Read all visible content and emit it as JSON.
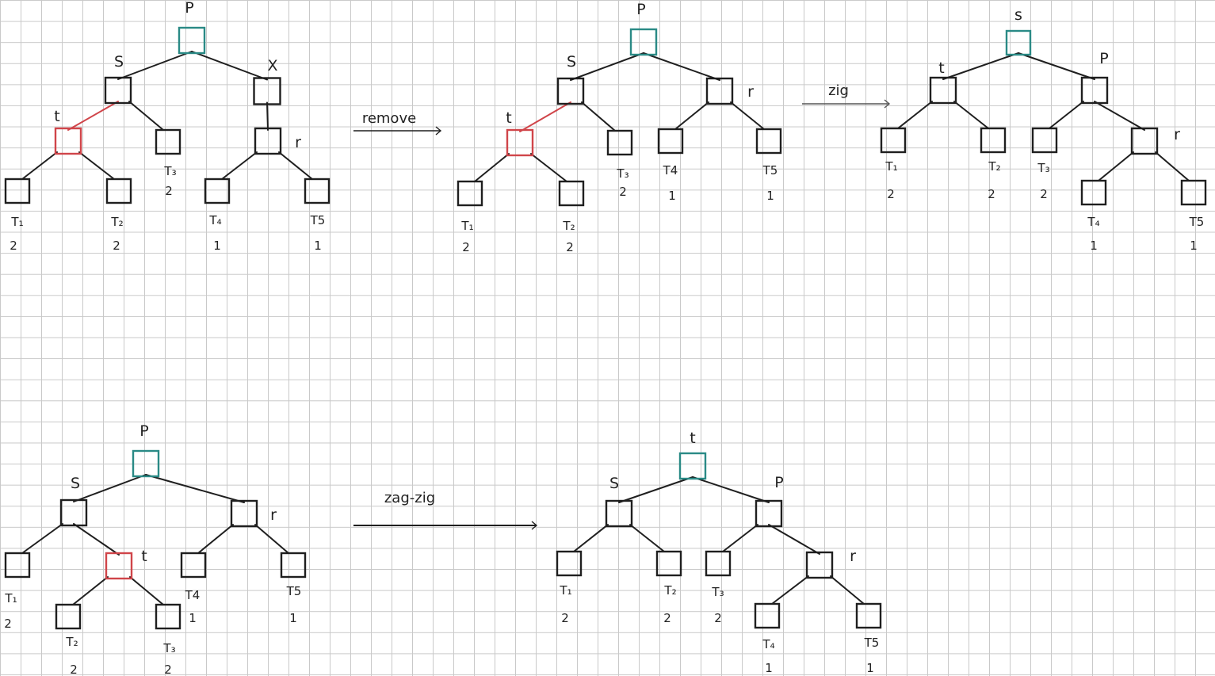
{
  "colors": {
    "ink": "#1f1f1f",
    "red": "#d0454a",
    "teal": "#2a8a86",
    "grid": "#c9c9c9"
  },
  "arrows": [
    {
      "label": "remove"
    },
    {
      "label": "zig"
    },
    {
      "label": "zag-zig"
    }
  ],
  "trees": [
    {
      "name": "tree-before-remove",
      "nodes": [
        {
          "id": "p",
          "label": "P",
          "color": "teal"
        },
        {
          "id": "s",
          "label": "S"
        },
        {
          "id": "x",
          "label": "X"
        },
        {
          "id": "t",
          "label": "t",
          "color": "red"
        },
        {
          "id": "r",
          "label": "r"
        }
      ],
      "subtrees": [
        {
          "label": "T₁",
          "height": "2"
        },
        {
          "label": "T₂",
          "height": "2"
        },
        {
          "label": "T₃",
          "height": "2"
        },
        {
          "label": "T₄",
          "height": "1"
        },
        {
          "label": "T5",
          "height": "1"
        }
      ]
    },
    {
      "name": "tree-after-remove",
      "nodes": [
        {
          "id": "p",
          "label": "P",
          "color": "teal"
        },
        {
          "id": "s",
          "label": "S"
        },
        {
          "id": "r",
          "label": "r"
        },
        {
          "id": "t",
          "label": "t",
          "color": "red"
        }
      ],
      "subtrees": [
        {
          "label": "T₃",
          "height": "2"
        },
        {
          "label": "T4",
          "height": "1"
        },
        {
          "label": "T5",
          "height": "1"
        },
        {
          "label": "T₁",
          "height": "2"
        },
        {
          "label": "T₂",
          "height": "2"
        }
      ]
    },
    {
      "name": "tree-after-zig",
      "nodes": [
        {
          "id": "s",
          "label": "s",
          "color": "teal"
        },
        {
          "id": "t",
          "label": "t"
        },
        {
          "id": "p",
          "label": "P"
        },
        {
          "id": "r",
          "label": "r"
        }
      ],
      "subtrees": [
        {
          "label": "T₁",
          "height": "2"
        },
        {
          "label": "T₂",
          "height": "2"
        },
        {
          "label": "T₃",
          "height": "2"
        },
        {
          "label": "T₄",
          "height": "1"
        },
        {
          "label": "T5",
          "height": "1"
        }
      ]
    },
    {
      "name": "tree-before-zag-zig",
      "nodes": [
        {
          "id": "p",
          "label": "P",
          "color": "teal"
        },
        {
          "id": "s",
          "label": "S"
        },
        {
          "id": "r",
          "label": "r"
        },
        {
          "id": "t",
          "label": "t",
          "color": "red"
        }
      ],
      "subtrees": [
        {
          "label": "T₁",
          "height": "2"
        },
        {
          "label": "T4",
          "height": "1"
        },
        {
          "label": "T5",
          "height": "1"
        },
        {
          "label": "T₂",
          "height": "2"
        },
        {
          "label": "T₃",
          "height": "2"
        }
      ]
    },
    {
      "name": "tree-after-zag-zig",
      "nodes": [
        {
          "id": "t",
          "label": "t",
          "color": "teal"
        },
        {
          "id": "s",
          "label": "S"
        },
        {
          "id": "p",
          "label": "P"
        },
        {
          "id": "r",
          "label": "r"
        }
      ],
      "subtrees": [
        {
          "label": "T₁",
          "height": "2"
        },
        {
          "label": "T₂",
          "height": "2"
        },
        {
          "label": "T₃",
          "height": "2"
        },
        {
          "label": "T₄",
          "height": "1"
        },
        {
          "label": "T5",
          "height": "1"
        }
      ]
    }
  ]
}
